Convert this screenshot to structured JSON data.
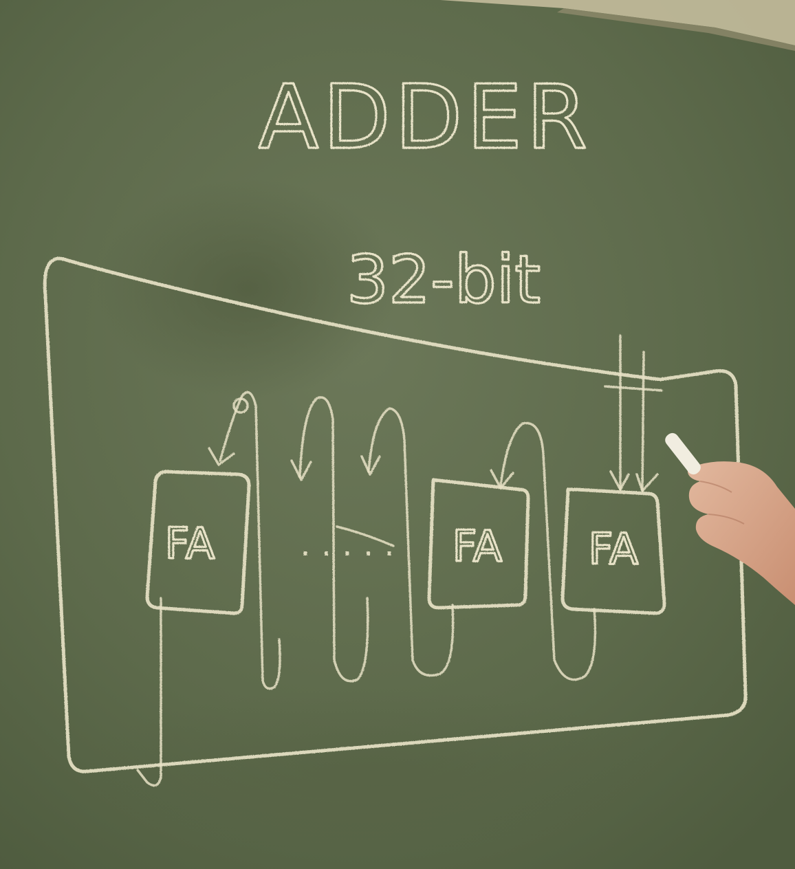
{
  "board": {
    "title": "ADDER",
    "subtitle": "32-bit",
    "dots": ". . . . ."
  },
  "blocks": [
    {
      "label": "FA"
    },
    {
      "label": "FA"
    },
    {
      "label": "FA"
    }
  ]
}
